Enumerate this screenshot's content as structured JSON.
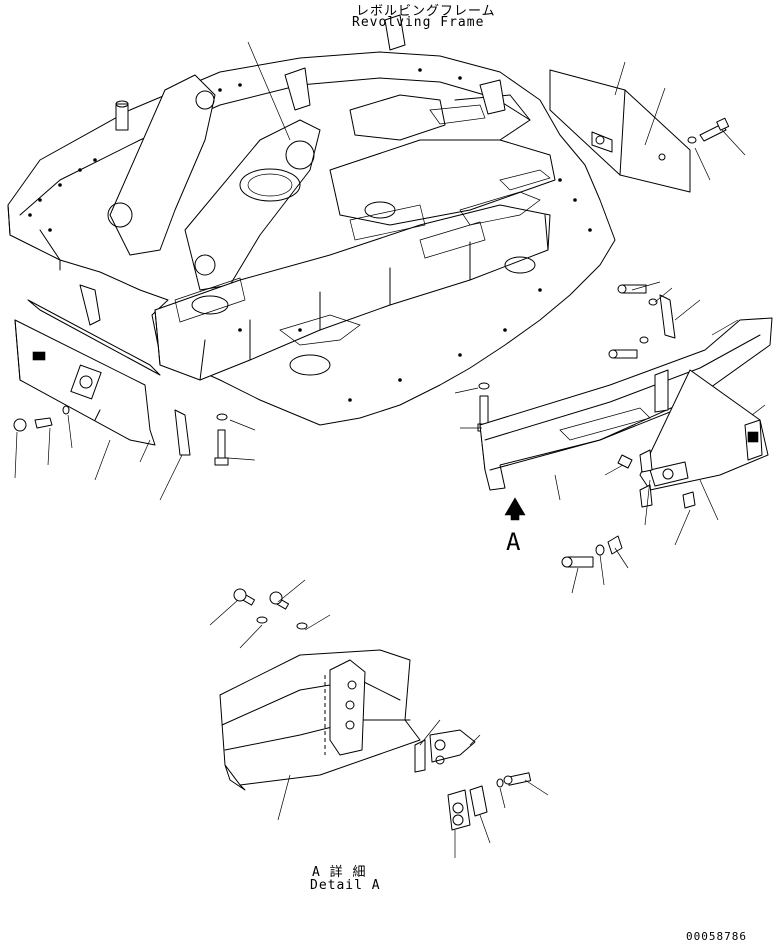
{
  "labels": {
    "title_jp": "レボルビングフレーム",
    "title_en": "Revolving Frame",
    "view_marker": "A",
    "detail_jp": "A 詳 細",
    "detail_en": "Detail A",
    "drawing_number": "00058786"
  }
}
